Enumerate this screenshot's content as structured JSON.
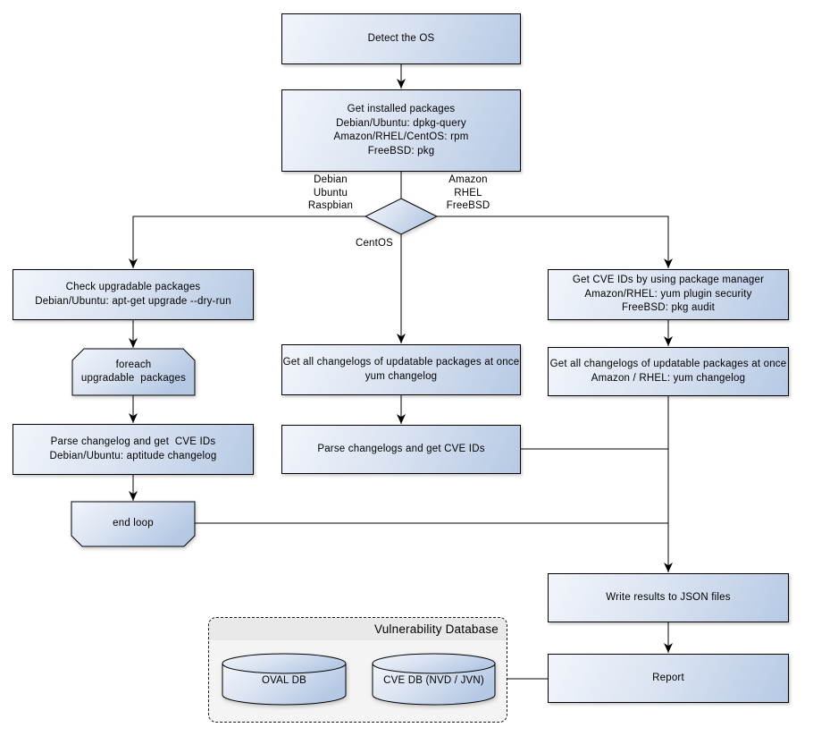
{
  "nodes": {
    "detect_os": {
      "label": "Detect the OS"
    },
    "get_installed_packages": {
      "label": "Get installed packages\nDebian/Ubuntu: dpkg-query\nAmazon/RHEL/CentOS: rpm\nFreeBSD: pkg"
    },
    "check_upgradable_packages": {
      "label": "Check upgradable packages\nDebian/Ubuntu: apt-get upgrade --dry-run"
    },
    "foreach_loop_start": {
      "label": "foreach\nupgradable  packages"
    },
    "parse_changelog_debian": {
      "label": "Parse changelog and get  CVE IDs\nDebian/Ubuntu: aptitude changelog"
    },
    "end_loop": {
      "label": "end loop"
    },
    "get_changelogs_centos": {
      "label": "Get all changelogs of updatable packages at once\nyum changelog"
    },
    "parse_changelogs_centos": {
      "label": "Parse changelogs and get CVE IDs"
    },
    "get_cve_ids_package_manager": {
      "label": "Get CVE IDs by using package manager\nAmazon/RHEL: yum plugin security\nFreeBSD: pkg audit"
    },
    "get_changelogs_amazon_rhel": {
      "label": "Get all changelogs of updatable packages at once\nAmazon / RHEL: yum changelog"
    },
    "write_results_json": {
      "label": "Write results to JSON files"
    },
    "report": {
      "label": "Report"
    }
  },
  "branch_labels": {
    "debian_branch": "Debian\nUbuntu\nRaspbian",
    "amazon_branch": "Amazon\nRHEL\nFreeBSD",
    "centos_branch": "CentOS"
  },
  "database": {
    "title": "Vulnerability Database",
    "oval_db": "OVAL DB",
    "cve_db": "CVE DB (NVD / JVN)"
  },
  "colors": {
    "node_fill_light": "#f2f5fb",
    "node_fill_dark": "#b6c9e4",
    "node_border": "#000000",
    "connector": "#000000",
    "container_fill": "#f4f4f4",
    "container_header_fill": "#e9e9e9"
  }
}
